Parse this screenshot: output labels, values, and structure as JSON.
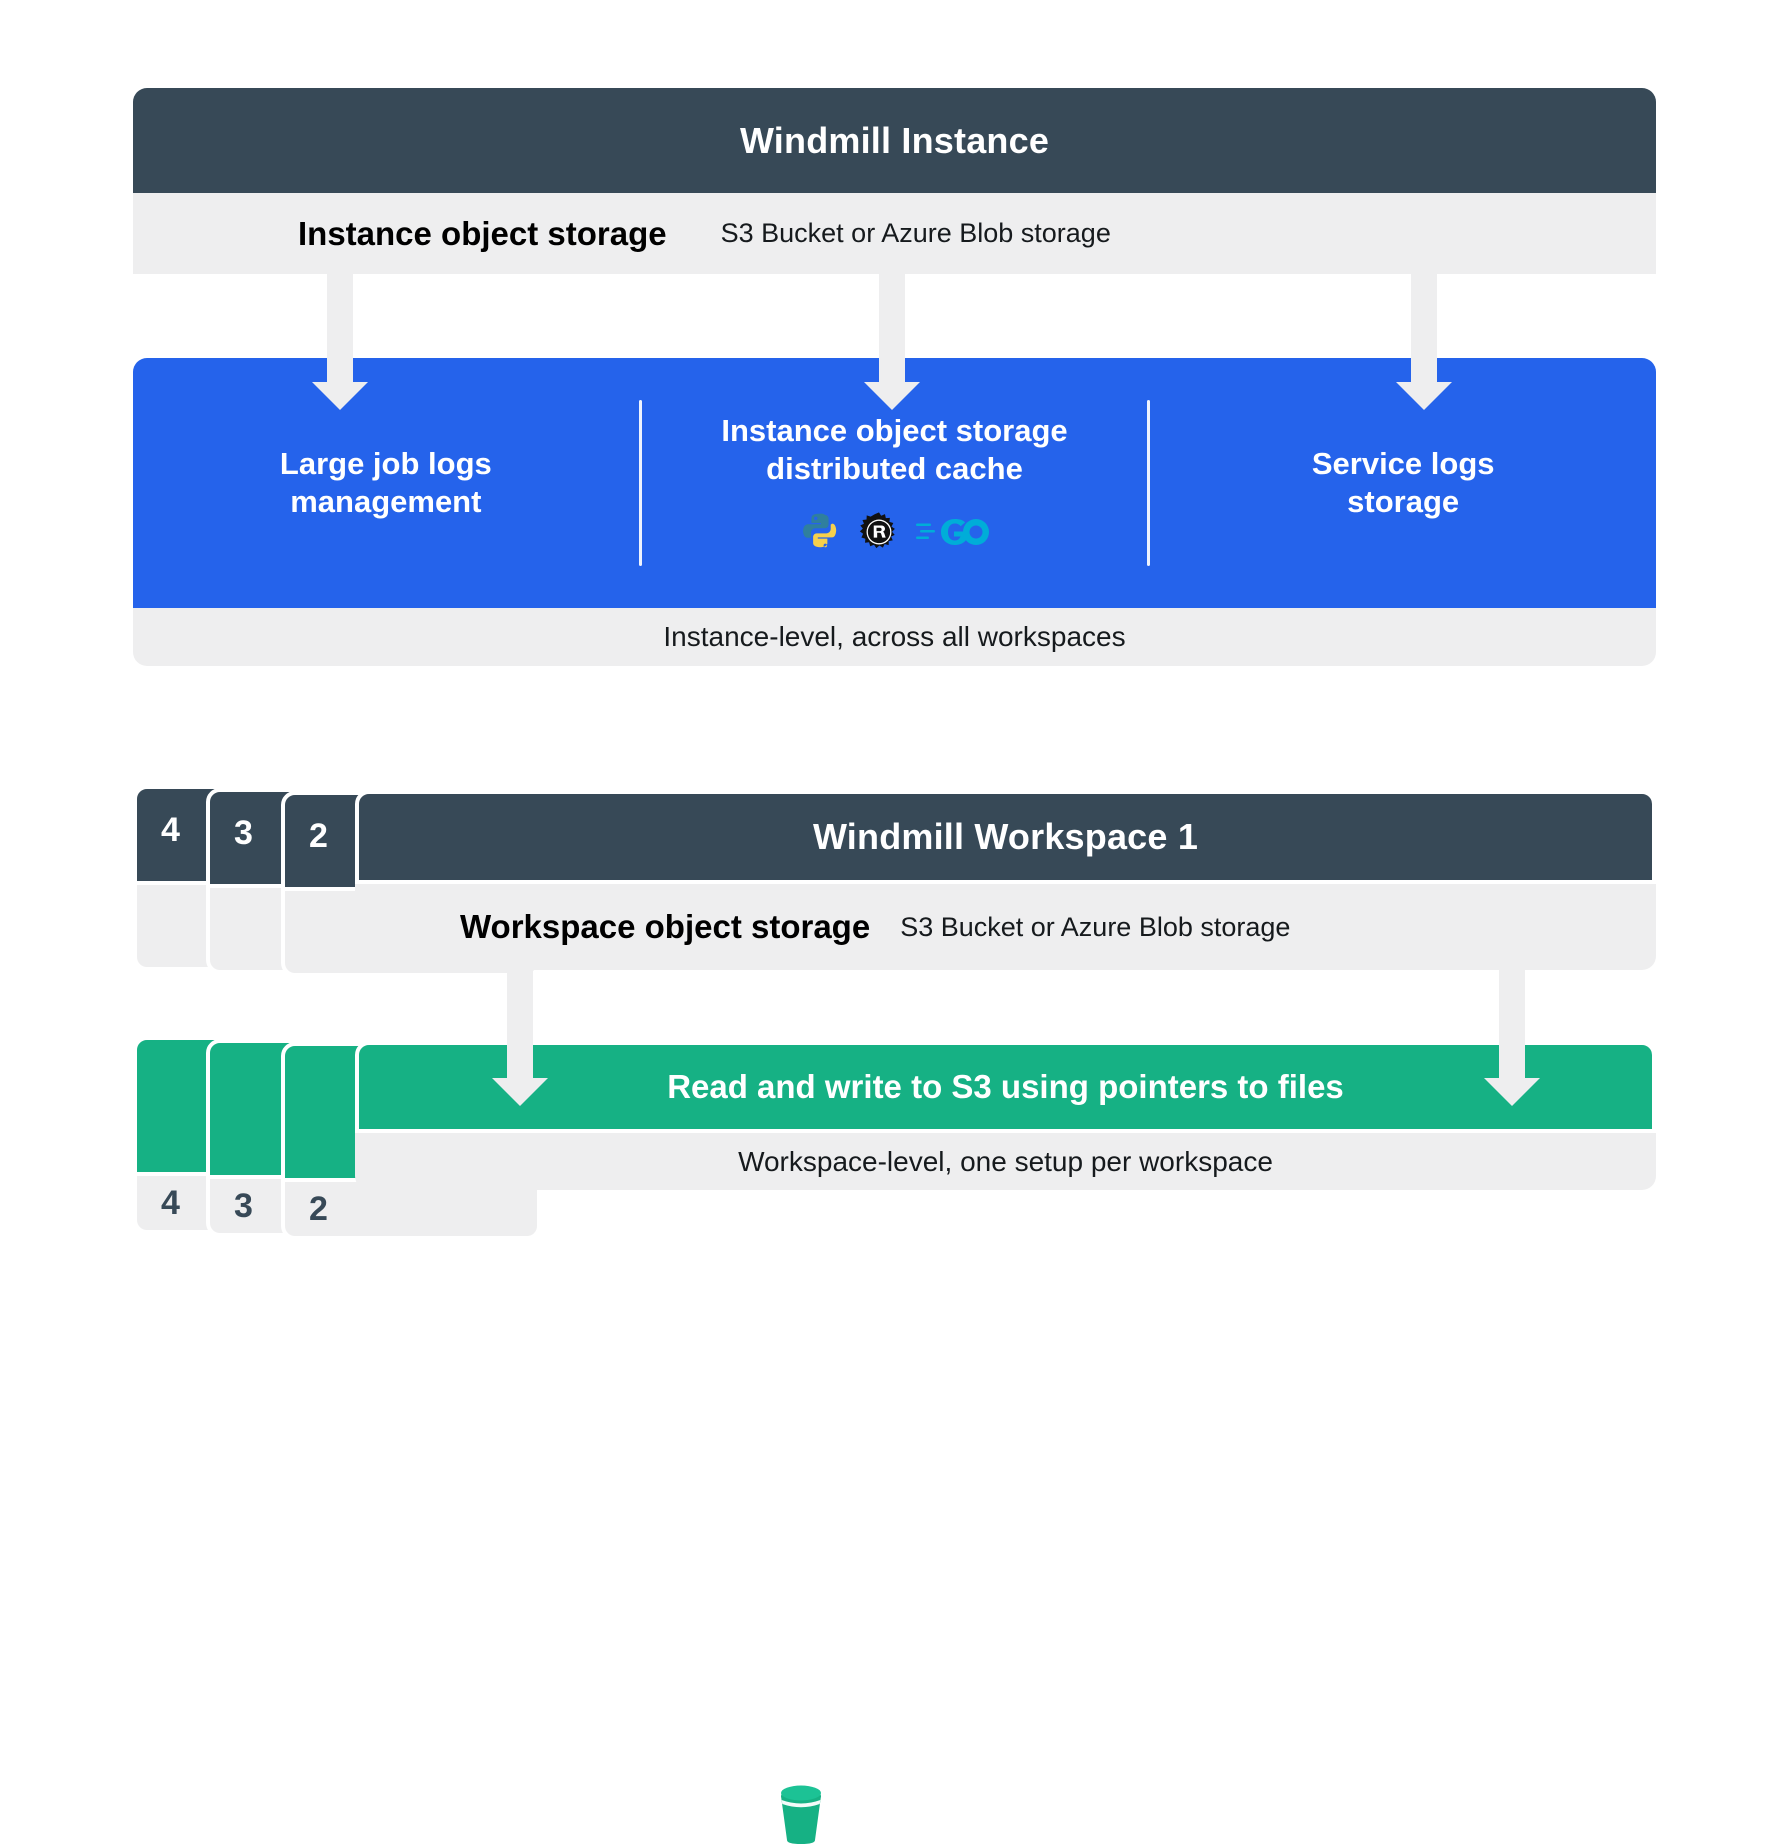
{
  "instance": {
    "header_title": "Windmill Instance",
    "storage": {
      "icon": "bucket-icon",
      "label": "Instance object storage",
      "sublabel": "S3 Bucket or Azure Blob storage",
      "color": "#2563eb"
    },
    "features": [
      {
        "title": "Large job logs management",
        "line1": "Large job logs",
        "line2": "management"
      },
      {
        "title": "Instance object storage distributed cache",
        "line1": "Instance object storage",
        "line2": "distributed cache",
        "languages": [
          "python-icon",
          "rust-icon",
          "go-icon"
        ]
      },
      {
        "title": "Service logs storage",
        "line1": "Service logs",
        "line2": "storage"
      }
    ],
    "footnote": "Instance-level, across all workspaces",
    "band_color": "#2563eb"
  },
  "workspace": {
    "stack_labels": [
      "4",
      "3",
      "2"
    ],
    "header_title": "Windmill Workspace 1",
    "storage": {
      "icon": "bucket-icon",
      "label": "Workspace object storage",
      "sublabel": "S3 Bucket or Azure Blob storage",
      "color": "#16b184"
    },
    "green_banner": "Read and write to S3 using pointers to files",
    "green_stack_labels": [
      "4",
      "3",
      "2"
    ],
    "footnote": "Workspace-level, one setup per workspace",
    "band_color": "#16b184"
  },
  "colors": {
    "dark": "#374957",
    "grey": "#eeeeef",
    "blue": "#2563eb",
    "green": "#16b184",
    "white": "#ffffff"
  }
}
